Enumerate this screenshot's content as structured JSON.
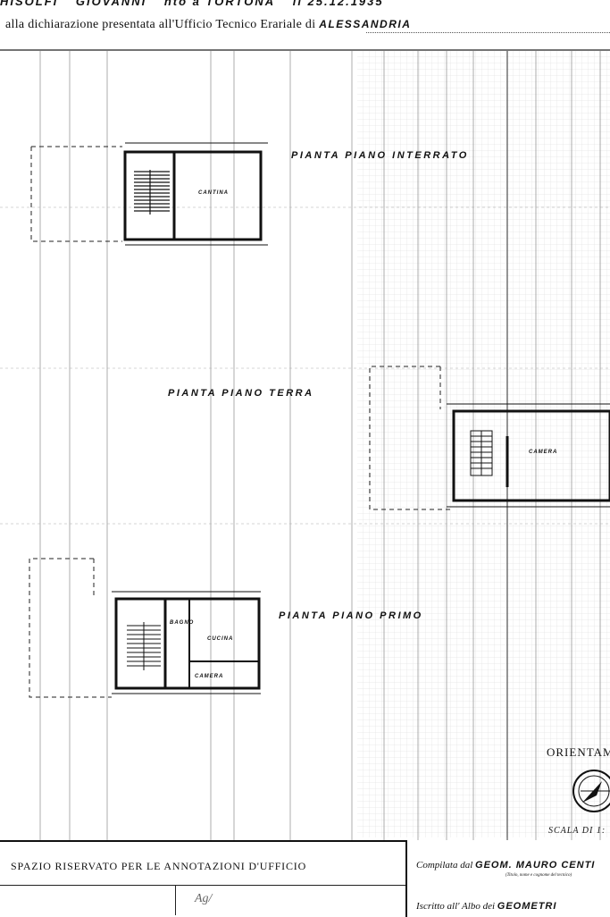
{
  "header": {
    "owner_line": [
      "HISOLFI",
      "GIOVANNI",
      "nto a TORTONA",
      "il 25.12.1935"
    ],
    "declaration_prefix": "alla dichiarazione presentata all'Ufficio Tecnico Erariale di",
    "declaration_city": "ALESSANDRIA"
  },
  "plans": {
    "interrato": {
      "title": "PIANTA PIANO INTERRATO",
      "room": "CANTINA"
    },
    "terra": {
      "title": "PIANTA PIANO TERRA",
      "room": "CAMERA"
    },
    "primo": {
      "title": "PIANTA PIANO PRIMO",
      "rooms": [
        "BAGNO",
        "CUCINA",
        "CAMERA"
      ]
    }
  },
  "orientation": {
    "label": "ORIENTAM",
    "scale": "SCALA DI 1:"
  },
  "footer": {
    "office_box_title": "SPAZIO RISERVATO PER LE ANNOTAZIONI D'UFFICIO",
    "signature": "Ag/",
    "compiled_prefix": "Compilata dal",
    "compiled_by": "GEOM. MAURO CENTI",
    "compiled_caption": "(Titolo, nome e cognome del tecnico)",
    "registered_prefix": "Iscritto all' Albo dei",
    "registered_value": "GEOMETRI"
  }
}
